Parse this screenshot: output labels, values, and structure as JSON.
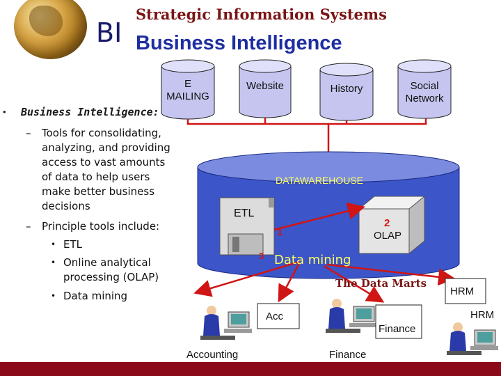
{
  "header": {
    "logo_text": "BI",
    "title_top": "Strategic Information Systems",
    "title_main": "Business Intelligence"
  },
  "sources": [
    {
      "id": "emailing",
      "lines": [
        "E",
        "MAILING"
      ]
    },
    {
      "id": "website",
      "lines": [
        "Website"
      ]
    },
    {
      "id": "history",
      "lines": [
        "History"
      ]
    },
    {
      "id": "social",
      "lines": [
        "Social",
        "Network"
      ]
    }
  ],
  "warehouse": {
    "label": "DATAWAREHOUSE",
    "etl_label": "ETL",
    "olap_number": "2",
    "olap_label": "OLAP",
    "arrow1_number": "1",
    "mining_number": "3",
    "mining_label": "Data mining",
    "marts_label": "The Data Marts"
  },
  "bullets": {
    "marker": "•",
    "title": "Business Intelligence:",
    "dash": "–",
    "sub1": [
      "Tools for consolidating,",
      "analyzing, and providing",
      "access to vast amounts",
      "of data to help users",
      "make better business",
      "decisions"
    ],
    "sub2": "Principle tools include:",
    "items": [
      "ETL",
      "Online analytical",
      "processing (OLAP)",
      "Data mining"
    ]
  },
  "users": {
    "acc_box": "Acc",
    "finance_box": "Finance",
    "hrm_box": "HRM",
    "hrm_label": "HRM",
    "accounting_label": "Accounting",
    "finance_label": "Finance"
  },
  "colors": {
    "source_fill": "#c5c5f0",
    "warehouse_fill": "#3c55c8",
    "warehouse_top": "#7b8ce0",
    "red": "#d01515",
    "label_yellow": "#ffff5a",
    "bottom_bar": "#8b0a1a"
  }
}
